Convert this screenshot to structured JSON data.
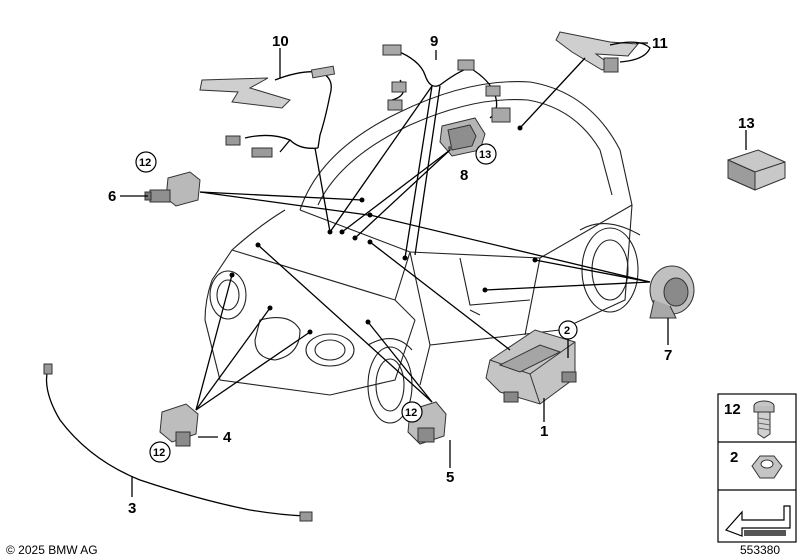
{
  "diagram": {
    "part_numbers": [
      "1",
      "2",
      "3",
      "4",
      "5",
      "6",
      "7",
      "8",
      "9",
      "10",
      "11",
      "12",
      "13"
    ],
    "circled_12": "12",
    "circled_13": "13",
    "circled_2": "2",
    "legend": {
      "item_a": "12",
      "item_b": "2"
    },
    "copyright": "© 2025 BMW AG",
    "diagram_id": "553380"
  },
  "colors": {
    "part_fill": "#c8c8c8",
    "part_dark": "#8a8a8a",
    "line": "#000000"
  }
}
